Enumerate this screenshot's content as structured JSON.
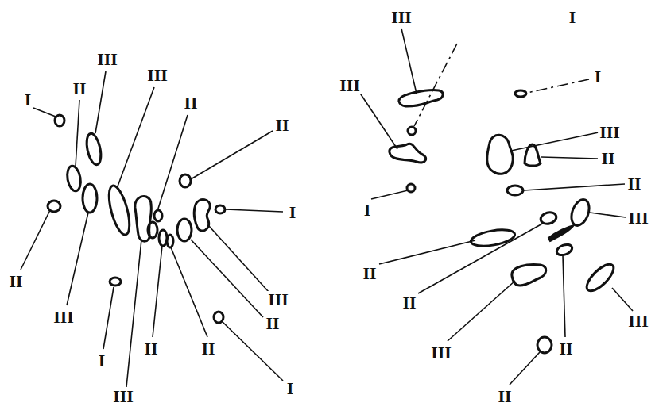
{
  "diagram": {
    "labels": [
      "I",
      "II",
      "III",
      "III",
      "II",
      "II",
      "I",
      "III",
      "II",
      "I",
      "II",
      "II",
      "III",
      "I",
      "III",
      "II",
      "III",
      "III",
      "I",
      "I",
      "III",
      "II",
      "II",
      "I",
      "III",
      "II",
      "II",
      "II",
      "III",
      "III",
      "II"
    ]
  }
}
